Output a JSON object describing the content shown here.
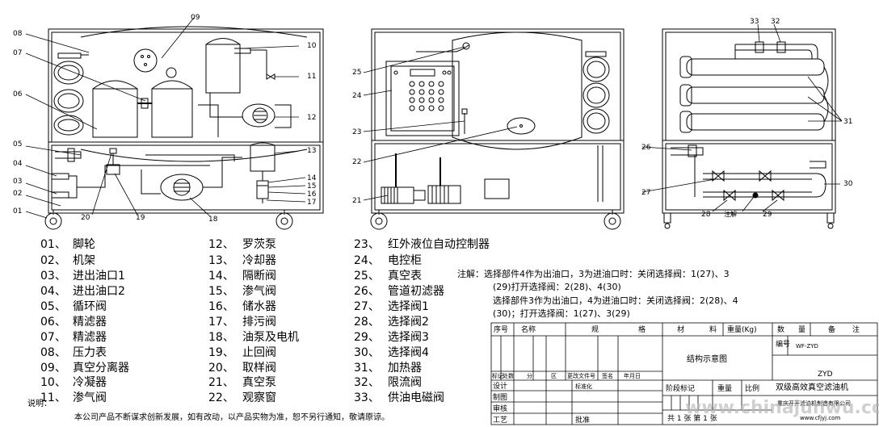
{
  "callouts": {
    "front": [
      "01",
      "02",
      "03",
      "04",
      "05",
      "06",
      "07",
      "08",
      "09",
      "10",
      "11",
      "12",
      "13",
      "14",
      "15",
      "16",
      "17",
      "18",
      "19",
      "20"
    ],
    "side": [
      "21",
      "22",
      "23",
      "24",
      "25"
    ],
    "rear": [
      "26",
      "27",
      "28",
      "29",
      "30",
      "31",
      "32",
      "33"
    ],
    "valve_label": "注解"
  },
  "legend": [
    {
      "no": "01、",
      "name": "脚轮"
    },
    {
      "no": "02、",
      "name": "机架"
    },
    {
      "no": "03、",
      "name": "进出油口1"
    },
    {
      "no": "04、",
      "name": "进出油口2"
    },
    {
      "no": "05、",
      "name": "循环阀"
    },
    {
      "no": "06、",
      "name": "精滤器"
    },
    {
      "no": "07、",
      "name": "精滤器"
    },
    {
      "no": "08、",
      "name": "压力表"
    },
    {
      "no": "09、",
      "name": "真空分离器"
    },
    {
      "no": "10、",
      "name": "冷凝器"
    },
    {
      "no": "11、",
      "name": "渗气阀"
    },
    {
      "no": "12、",
      "name": "罗茨泵"
    },
    {
      "no": "13、",
      "name": "冷却器"
    },
    {
      "no": "14、",
      "name": "隔断阀"
    },
    {
      "no": "15、",
      "name": "渗气阀"
    },
    {
      "no": "16、",
      "name": "储水器"
    },
    {
      "no": "17、",
      "name": "排污阀"
    },
    {
      "no": "18、",
      "name": "油泵及电机"
    },
    {
      "no": "19、",
      "name": "止回阀"
    },
    {
      "no": "20、",
      "name": "取样阀"
    },
    {
      "no": "21、",
      "name": "真空泵"
    },
    {
      "no": "22、",
      "name": "观察窗"
    },
    {
      "no": "23、",
      "name": "红外液位自动控制器"
    },
    {
      "no": "24、",
      "name": "电控柜"
    },
    {
      "no": "25、",
      "name": "真空表"
    },
    {
      "no": "26、",
      "name": "管道初滤器"
    },
    {
      "no": "27、",
      "name": "选择阀1"
    },
    {
      "no": "28、",
      "name": "选择阀2"
    },
    {
      "no": "29、",
      "name": "选择阀3"
    },
    {
      "no": "30、",
      "name": "选择阀4"
    },
    {
      "no": "31、",
      "name": "加热器"
    },
    {
      "no": "32、",
      "name": "限流阀"
    },
    {
      "no": "33、",
      "name": "供油电磁阀"
    }
  ],
  "notes": [
    "注解：选择部件4作为出油口，3为进油口时：关闭选择阀：1(27)、3",
    "(29)打开选择阀：2(28)、4(30)",
    "选择部件3作为出油口，4为进油口时：关闭选择阀：2(28)、4",
    "(30)；打开选择阀：1(27)、3(29)"
  ],
  "explanation": {
    "label": "说明：",
    "text": "本公司产品不断谋求创新发展，如有改动，以产品实物为准，恕不另行通知，敬请原谅。"
  },
  "title_block": {
    "headers": [
      "序号",
      "名称",
      "规",
      "格",
      "材",
      "料",
      "重量(Kg)",
      "数",
      "量",
      "备",
      "注"
    ],
    "drawing_title": "结构示意图",
    "code_label": "编号",
    "code_value": "WF-ZYD",
    "product_model": "ZYD",
    "product_name": "双级高效真空滤油机",
    "stage_label": "阶段标记",
    "weight_label": "重量",
    "scale_label": "比例",
    "rev_headers": [
      "标记",
      "处数",
      "分",
      "区",
      "更改文件号",
      "签名",
      "年月日"
    ],
    "role_labels": [
      "设计",
      "制图",
      "审核",
      "工艺"
    ],
    "std_label": "标准化",
    "approve_label": "批准",
    "sheet_info": "共 1 张    第 1 张",
    "company": "重庆开开滤油机制造有限公司",
    "website": "www.cfjyj.com"
  },
  "watermark": "www.chinajunwu.com"
}
